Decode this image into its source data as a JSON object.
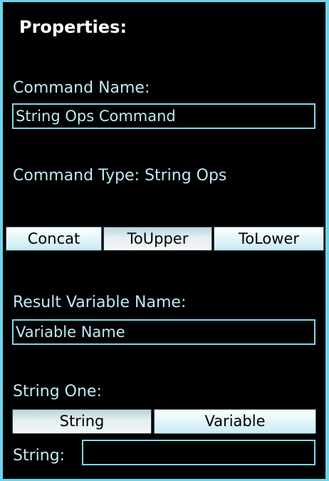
{
  "panel": {
    "title": "Properties:",
    "border_color": "#6fd3ea"
  },
  "command_name": {
    "label": "Command Name:",
    "value": "String Ops Command"
  },
  "command_type": {
    "label": "Command Type: String Ops"
  },
  "operations": {
    "items": [
      {
        "label": "Concat",
        "selected": false
      },
      {
        "label": "ToUpper",
        "selected": true
      },
      {
        "label": "ToLower",
        "selected": false
      }
    ]
  },
  "result_variable": {
    "label": "Result Variable Name:",
    "value": "Variable Name"
  },
  "string_one": {
    "label": "String One:",
    "options": [
      {
        "label": "String",
        "selected": true
      },
      {
        "label": "Variable",
        "selected": false
      }
    ],
    "string_label": "String:",
    "string_value": ""
  }
}
